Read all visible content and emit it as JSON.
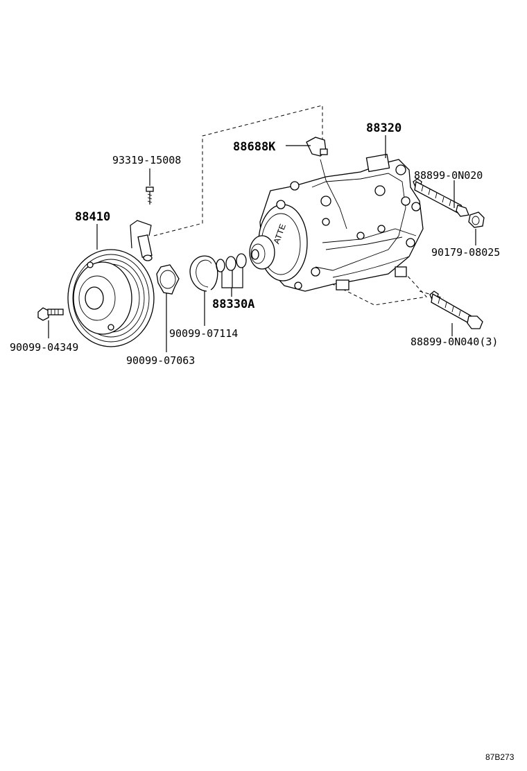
{
  "labels": {
    "p88320": "88320",
    "p88688K": "88688K",
    "p93319": "93319-15008",
    "p88899a": "88899-0N020",
    "p88410": "88410",
    "p90179": "90179-08025",
    "p88330A": "88330A",
    "p90099_07114": "90099-07114",
    "p90099_04349": "90099-04349",
    "p90099_07063": "90099-07063",
    "p88899b": "88899-0N040(3)"
  },
  "diagram_code": "87B273"
}
